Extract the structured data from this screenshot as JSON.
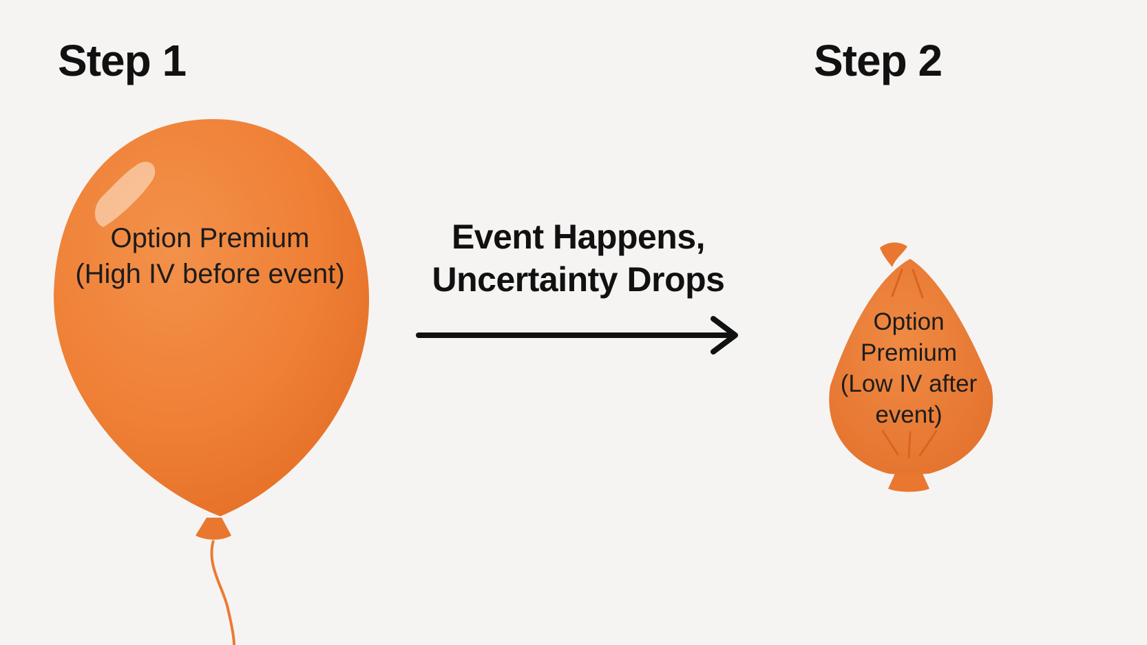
{
  "steps": {
    "step1_title": "Step 1",
    "step2_title": "Step 2"
  },
  "transition": {
    "line1": "Event Happens,",
    "line2": "Uncertainty Drops"
  },
  "balloon_before": {
    "line1": "Option Premium",
    "line2": "(High IV before event)"
  },
  "balloon_after": {
    "line1": "Option",
    "line2": "Premium",
    "line3": "(Low IV after",
    "line4": "event)"
  },
  "colors": {
    "balloon": "#ef8036",
    "balloon_dark": "#e06a24",
    "highlight": "#f9c9a3",
    "text": "#111111",
    "background": "#f5f4f2"
  },
  "icons": {
    "big_balloon": "inflated-balloon-icon",
    "small_balloon": "deflated-balloon-icon",
    "arrow": "right-arrow-icon"
  }
}
